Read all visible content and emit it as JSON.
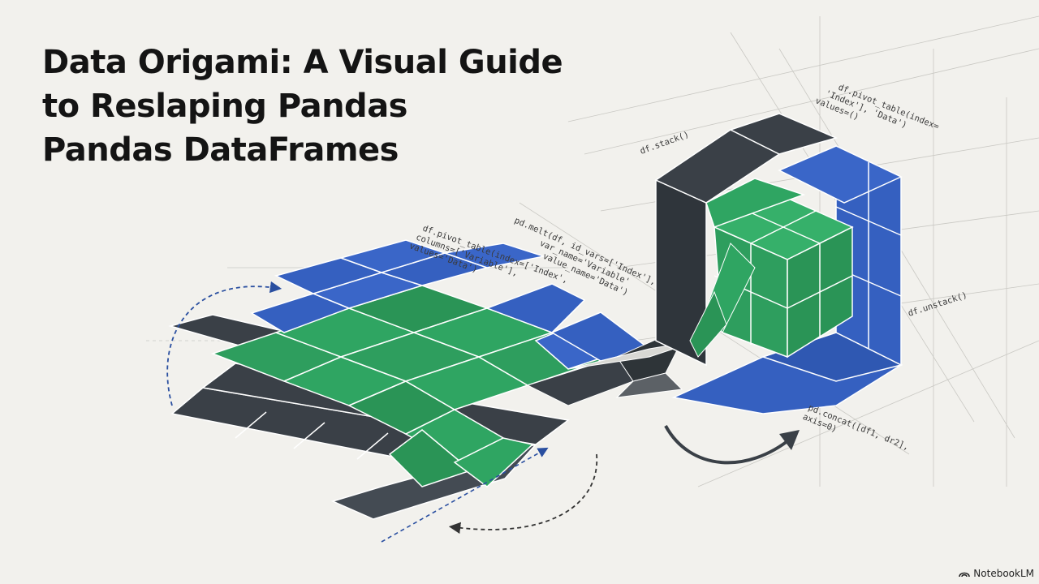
{
  "title": {
    "line1": "Data Origami: A Visual Guide",
    "line2": "to Reslaping Pandas",
    "line3": "Pandas DataFrames"
  },
  "annotations": {
    "pivot_left": [
      "df.pivot_table(index=['Index',",
      "columns=['Variable'],",
      "values='Data')"
    ],
    "melt": [
      "pd.melt(df, id_vars=['Index'],",
      "var_name='Variable'",
      "value_name='Data')"
    ],
    "stack": "df.stack()",
    "pivot_top": [
      "df.pivot_table(index=",
      "'Index'], 'Data')",
      "values=()"
    ],
    "unstack": "df.unstack()",
    "concat": [
      "pd.concat([df1, dr2],",
      "axis=0)"
    ]
  },
  "brand": {
    "label": "NotebookLM",
    "icon": "notebooklm-logo-icon"
  },
  "colors": {
    "background": "#f2f1ed",
    "blue": "#3560c0",
    "green": "#2e9e5e",
    "dark": "#3a4047"
  }
}
